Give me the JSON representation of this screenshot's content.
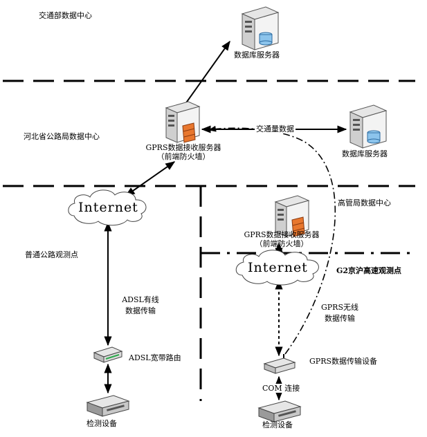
{
  "regions": {
    "ministry": "交通部数据中心",
    "hebei": "河北省公路局数据中心",
    "expressway_bureau": "高管局数据中心",
    "ordinary_site": "普通公路观测点",
    "g2_site": "G2京沪高速观测点"
  },
  "nodes": {
    "db_server_top": "数据库服务器",
    "db_server_right": "数据库服务器",
    "gprs_server_hebei_line1": "GPRS数据接收服务器",
    "gprs_server_hebei_line2": "（前端防火墙）",
    "gprs_server_bureau_line1": "GPRS数据接收服务器",
    "gprs_server_bureau_line2": "（前端防火墙）",
    "internet_left": "Internet",
    "internet_right": "Internet",
    "adsl_router": "ADSL宽带路由",
    "gprs_device": "GPRS数据传输设备",
    "detector_left": "检测设备",
    "detector_right": "检测设备"
  },
  "links": {
    "traffic_data": "交通量数据",
    "adsl_line1": "ADSL有线",
    "adsl_line2": "数据传输",
    "gprs_line1": "GPRS无线",
    "gprs_line2": "数据传输",
    "com_link": "COM 连接"
  }
}
